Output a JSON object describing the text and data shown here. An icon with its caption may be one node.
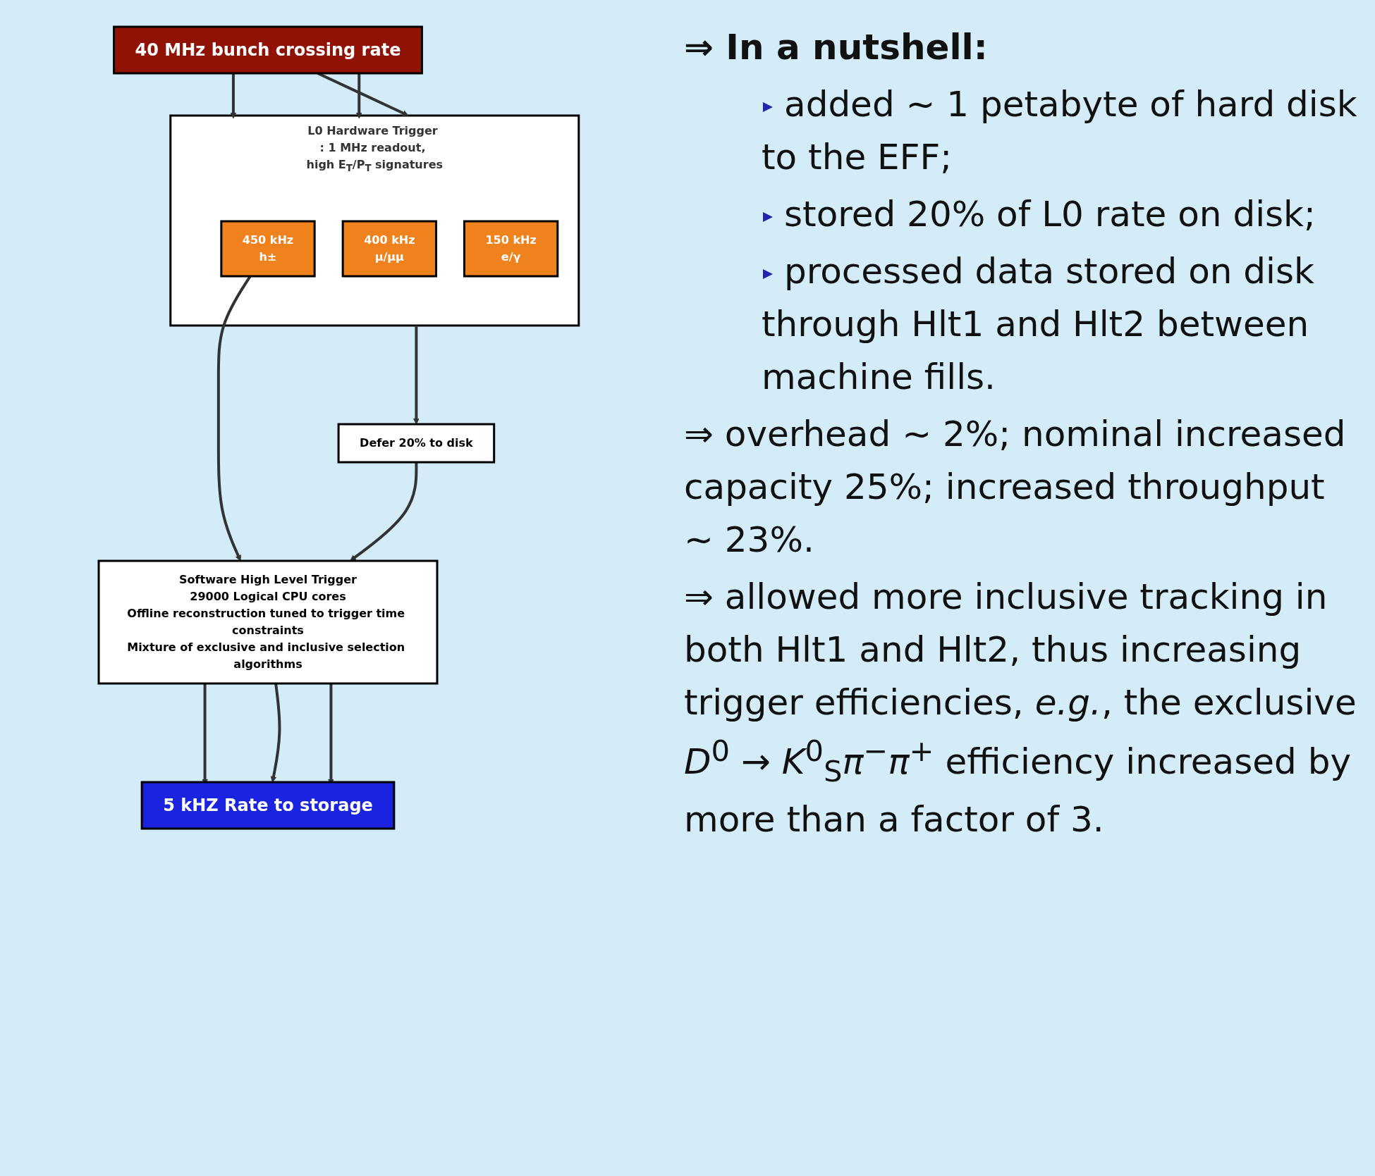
{
  "diagram": {
    "nodes": [
      {
        "text": [
          "40 MHz bunch crossing rate"
        ]
      },
      {
        "text": [
          "L0 Hardware Trigger : 1 MHz readout, high E$_{T}$/P$_{T}$ signatures"
        ]
      },
      {
        "text": [
          "450 kHz",
          "h±"
        ],
        "in": 1
      },
      {
        "text": [
          "400 kHz",
          "μ/μμ"
        ],
        "in": 1
      },
      {
        "text": [
          "150 kHz",
          "e/γ"
        ],
        "in": 1
      },
      {
        "text": [
          "Defer 20% to disk"
        ]
      },
      {
        "text": [
          "Software High Level Trigger",
          "29000 Logical CPU cores",
          "Offline reconstruction tuned to trigger time constraints",
          "Mixture of exclusive and inclusive selection algorithms"
        ]
      },
      {
        "text": [
          "5 kHZ Rate to storage"
        ]
      }
    ],
    "edges": [
      {
        "from": 0,
        "to": 1,
        "arrow": "to"
      },
      {
        "from": 0,
        "to": 1,
        "arrow": "to"
      },
      {
        "from": 0,
        "to": 1,
        "arrow": "to"
      },
      {
        "from": 2,
        "to": 6,
        "arrow": "to"
      },
      {
        "from": 1,
        "to": 5,
        "arrow": "to"
      },
      {
        "from": 5,
        "to": 6,
        "arrow": "to"
      },
      {
        "from": 6,
        "to": 7,
        "arrow": "to"
      },
      {
        "from": 6,
        "to": 7,
        "arrow": "to"
      },
      {
        "from": 6,
        "to": 7,
        "arrow": "to"
      }
    ],
    "labels": [
      "⇒ In a nutshell:",
      "added ∼ 1 petabyte of hard disk to the EFF;",
      "stored 20% of L0 rate on disk;",
      "processed data stored on disk through Hlt1 and Hlt2 between machine fills.",
      "⇒ overhead ∼ 2%; nominal increased capacity 25%; increased throughput ∼ 23%.",
      "⇒ allowed more inclusive tracking in both Hlt1 and Hlt2, thus increasing trigger efficiencies, *e.g.*, the exclusive *D*$^{0}$ → *K*$^{0}$$_{S}$*π*$^{−}$*π*$^{+}$ efficiency increased by more than a factor of 3."
    ]
  }
}
